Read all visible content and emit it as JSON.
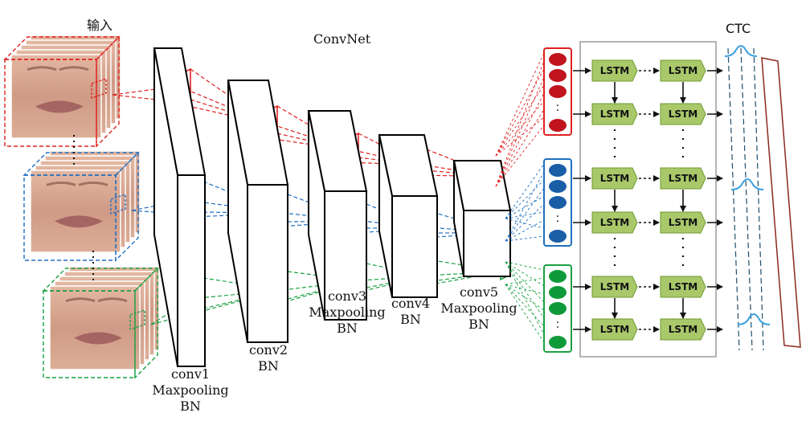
{
  "labels": {
    "input": "输入",
    "convnet": "ConvNet",
    "ctc": "CTC"
  },
  "conv_layers": [
    {
      "name": "conv1",
      "lines": [
        "conv1",
        "Maxpooling",
        "BN"
      ]
    },
    {
      "name": "conv2",
      "lines": [
        "conv2",
        "BN"
      ]
    },
    {
      "name": "conv3",
      "lines": [
        "conv3",
        "Maxpooling",
        "BN"
      ]
    },
    {
      "name": "conv4",
      "lines": [
        "conv4",
        "BN"
      ]
    },
    {
      "name": "conv5",
      "lines": [
        "conv5",
        "Maxpooling",
        "BN"
      ]
    }
  ],
  "lstm_label": "LSTM",
  "colors": {
    "red": "#e02020",
    "blue": "#1f6fc0",
    "green": "#1aa040",
    "lstm_fill": "#a9c86a",
    "lstm_stroke": "#6e9a2e",
    "ctc_wave": "#3aa0e0",
    "ctc_frame": "#8b2a1e",
    "dashed_col": "#1f4f6f",
    "rnn_box": "#9a9a9a",
    "node_red": "#c0141e",
    "node_blue": "#1a5ea8",
    "node_green": "#0f9a3a",
    "face_skin": "#d8a890",
    "face_lip": "#9c5a5a"
  }
}
